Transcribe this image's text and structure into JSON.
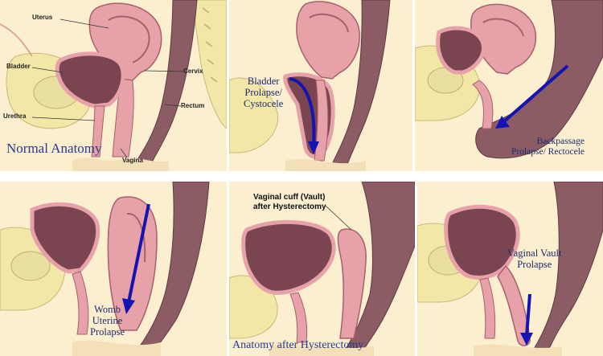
{
  "panels": [
    {
      "labels": {
        "uterus": "Uterus",
        "bladder": "Bladder",
        "cervix": "Cervix",
        "urethra": "Urethra",
        "rectum": "Rectum",
        "vagina": "Vagina",
        "title": "Normal Anatomy"
      }
    },
    {
      "labels": {
        "caption_1": "Bladder",
        "caption_2": "Prolapse/",
        "caption_3": "Cystocele"
      }
    },
    {
      "labels": {
        "caption_1": "Backpassage",
        "caption_2": "Prolapse/ Rectocele"
      }
    },
    {
      "labels": {
        "caption_1": "Womb",
        "caption_2": "Uterine",
        "caption_3": "Prolapse"
      }
    },
    {
      "labels": {
        "caption_1": "Vaginal cuff (Vault)",
        "caption_2": "after Hysterectomy",
        "title": "Anatomy after Hysterectomy"
      }
    },
    {
      "labels": {
        "caption_1": "Vaginal Vault",
        "caption_2": "Prolapse"
      }
    }
  ],
  "colors": {
    "background": "#fbefd0",
    "bone": "#f3e7a8",
    "organ_pink": "#e6a2a8",
    "organ_dark": "#7a4450",
    "rectum": "#8c5c64",
    "arrow": "#1414b4"
  }
}
